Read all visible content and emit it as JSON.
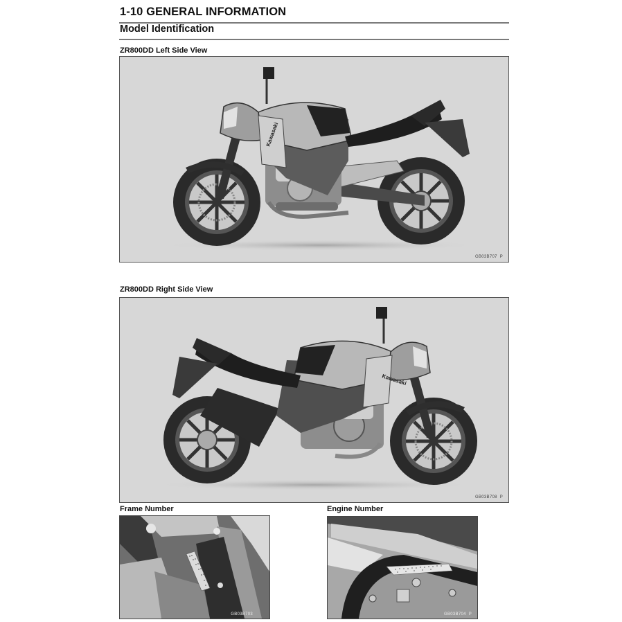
{
  "page": {
    "section_title": "1-10 GENERAL INFORMATION",
    "subsection_title": "Model Identification"
  },
  "figures": {
    "left_view": {
      "caption": "ZR800DD Left Side View",
      "figure_id": "GB03B707",
      "figure_suffix": "P"
    },
    "right_view": {
      "caption": "ZR800DD Right Side View",
      "figure_id": "GB03B708",
      "figure_suffix": "P"
    },
    "frame_number": {
      "caption": "Frame Number",
      "figure_id": "GB03B703"
    },
    "engine_number": {
      "caption": "Engine Number",
      "figure_id": "GB03B704",
      "figure_suffix": "P"
    }
  },
  "colors": {
    "figure_background": "#d7d7d7",
    "rule": "#7a7a7a",
    "text": "#111111"
  }
}
